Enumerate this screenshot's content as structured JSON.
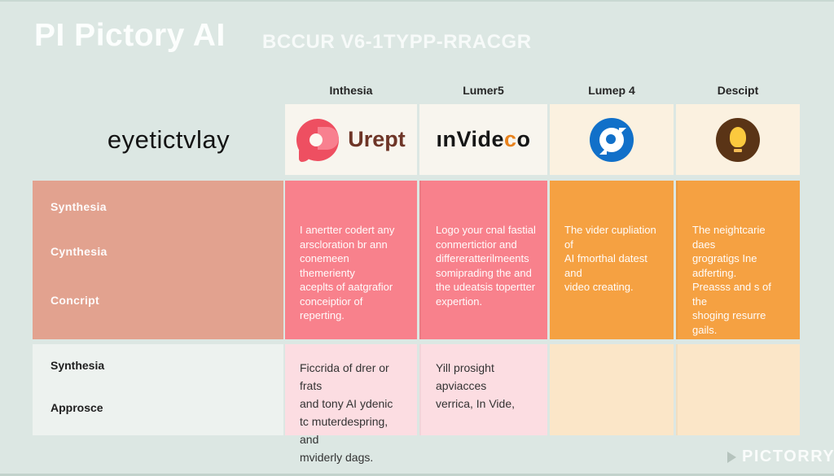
{
  "page": {
    "title": "PI Pictory AI",
    "subtitle": "BCCUR V6-1TYPP-RRACGR",
    "background_color": "#dce7e3",
    "footer": {
      "brand": "PICTORRY",
      "icon": "play-triangle-icon"
    }
  },
  "table": {
    "column_headers": [
      "Inthesia",
      "Lumer5",
      "Lumep 4",
      "Descipt"
    ],
    "logo_row": {
      "label": "eyetictvlay",
      "logos": [
        {
          "icon": "urept-aperture-icon",
          "text": "Urept",
          "circle_color": "#ee4f61",
          "text_color": "#6e3527",
          "cell_bg": "#f8f5ee"
        },
        {
          "icon": "invideco-wordmark",
          "part1": "ın",
          "part2": "Vide",
          "part3": "c",
          "part4": "o",
          "accent_color": "#e9821c",
          "cell_bg": "#f8f5ee"
        },
        {
          "icon": "chat-bubble-icon",
          "circle_color": "#1170c9",
          "cell_bg": "#fbf1e0"
        },
        {
          "icon": "lightbulb-icon",
          "circle_color": "#5a3416",
          "bulb_color": "#fbc93e",
          "cell_bg": "#fbf1e0"
        }
      ]
    },
    "feature_row": {
      "labels": [
        "Synthesia",
        "Cynthesia",
        "Concript"
      ],
      "label_bg": "#e2a28f",
      "pink_bg": "#f8818c",
      "orange_bg": "#f5a142",
      "cells": [
        "I anertter codert any\narscloration br ann\nconemeen themerienty\naceplts of aatgrafior\nconceiptior of reperting.",
        "Logo your cnal fastial\nconmertictior and\ndiffereratterilmeents\nsomiprading the and\nthe udeatsis topertter\nexpertion.",
        "The vider cupliation of\nAI fmorthal datest and\nvideo creating.",
        "The neightcarie daes\ngrogratigs Ine\nadferting.\nPreasss and s of the\nshoging resurre\ngails."
      ]
    },
    "approach_row": {
      "labels": [
        "Synthesia",
        "Approsce"
      ],
      "label_bg": "#edf2ef",
      "pink_bg": "#fcdde2",
      "peach_bg": "#fbe6c8",
      "cells": [
        "Ficcrida of drer or frats\nand tony AI ydenic\ntc muterdespring, and\nmviderly dags.",
        "Yill prosight apviacces\nverrica, In Vide,",
        "",
        ""
      ]
    }
  }
}
